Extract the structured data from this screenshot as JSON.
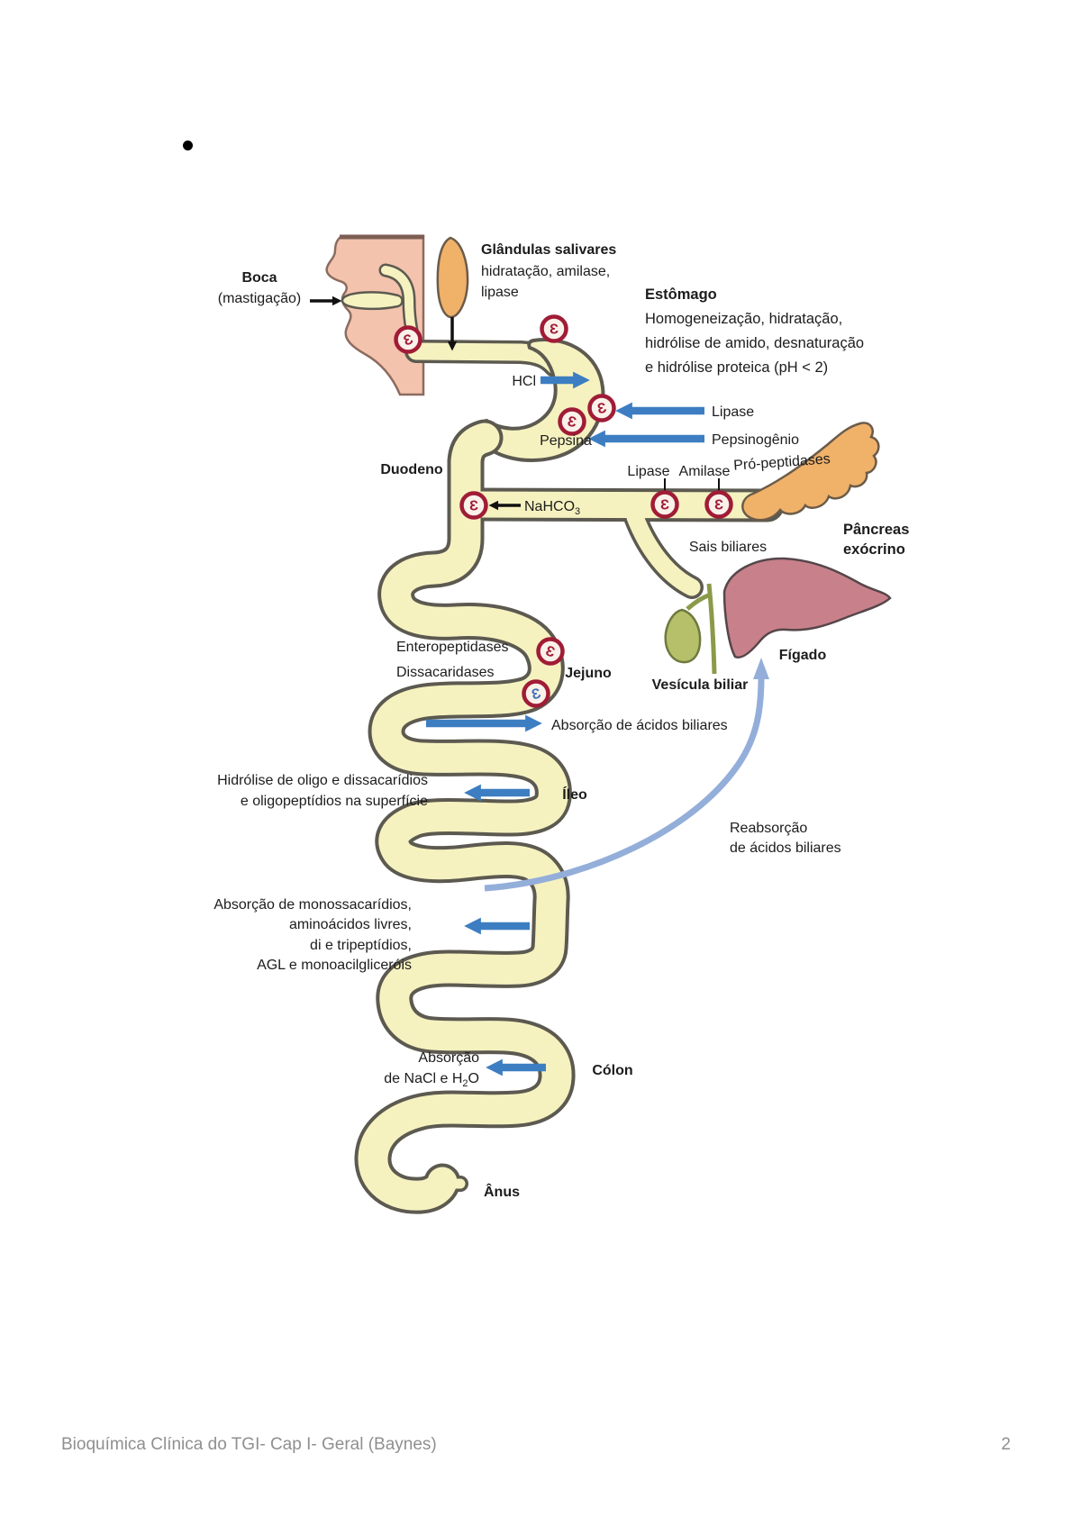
{
  "page": {
    "footer_left": "Bioquímica Clínica do TGI- Cap I- Geral (Baynes)",
    "footer_page": "2"
  },
  "diagram": {
    "enzyme_glyph": "Ɛ",
    "colors": {
      "blue_arrow": "#3d7ec2",
      "light_blue_arrow": "#94aeda",
      "enzyme_red": "#a01c36",
      "enzyme_blue": "#4076b8",
      "tube_fill": "#f6f2c0",
      "tube_outline": "#5c5a50",
      "face_skin": "#f3c3ad",
      "gland_orange": "#f0b169",
      "liver_pink": "#c8818b",
      "gallbladder_green": "#b6c06a",
      "footer_gray": "#8f8f8f"
    },
    "labels": {
      "boca_title": "Boca",
      "boca_sub": "(mastigação)",
      "glandulas_title": "Glândulas salivares",
      "glandulas_l2": "hidratação, amilase,",
      "glandulas_l3": "lipase",
      "estomago_title": "Estômago",
      "estomago_l1": "Homogeneização, hidratação,",
      "estomago_l2": "hidrólise de amido, desnaturação",
      "estomago_l3": "e hidrólise proteica (pH < 2)",
      "hcl": "HCl",
      "lipase_stomach": "Lipase",
      "pepsinogenio": "Pepsinogênio",
      "pepsina": "Pepsina",
      "duodeno": "Duodeno",
      "lipase_duct": "Lipase",
      "amilase": "Amilase",
      "pro_peptidases": "Pró-peptidases",
      "nahco3": {
        "base": "NaHCO",
        "sub": "3"
      },
      "pancreas_l1": "Pâncreas",
      "pancreas_l2": "exócrino",
      "sais_biliares": "Sais biliares",
      "figado": "Fígado",
      "vesicula_biliar": "Vesícula biliar",
      "enteropeptidases": "Enteropeptidases",
      "dissacaridases": "Dissacaridases",
      "jejuno": "Jejuno",
      "absorcao_acidos_biliares": "Absorção de ácidos biliares",
      "hidrolise_l1": "Hidrólise de oligo e dissacarídios",
      "hidrolise_l2": "e oligopeptídios na superfície",
      "ileo": "Íleo",
      "reabsorcao_l1": "Reabsorção",
      "reabsorcao_l2": "de ácidos biliares",
      "absorcao_monos_l1": "Absorção de monossacarídios,",
      "absorcao_monos_l2": "aminoácidos livres,",
      "absorcao_monos_l3": "di e tripeptídios,",
      "absorcao_monos_l4": "AGL e monoacilgliceróis",
      "absorcao_nacl_l1": "Absorção",
      "absorcao_nacl_l2": {
        "pre": "de NaCl e H",
        "sub": "2",
        "post": "O"
      },
      "colon": "Cólon",
      "anus": "Ânus"
    }
  }
}
